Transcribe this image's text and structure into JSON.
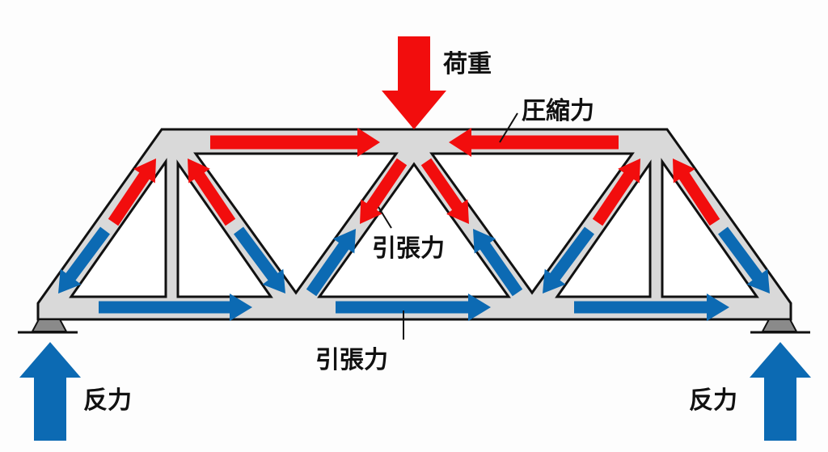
{
  "labels": {
    "load": "荷重",
    "compression": "圧縮力",
    "tension_diagonal": "引張力",
    "tension_bottom": "引張力",
    "reaction_left": "反力",
    "reaction_right": "反力"
  },
  "colors": {
    "compression": "#f20d0d",
    "tension": "#0c6ab3",
    "member": "#d9d9d9",
    "support": "#8a8a8a"
  }
}
